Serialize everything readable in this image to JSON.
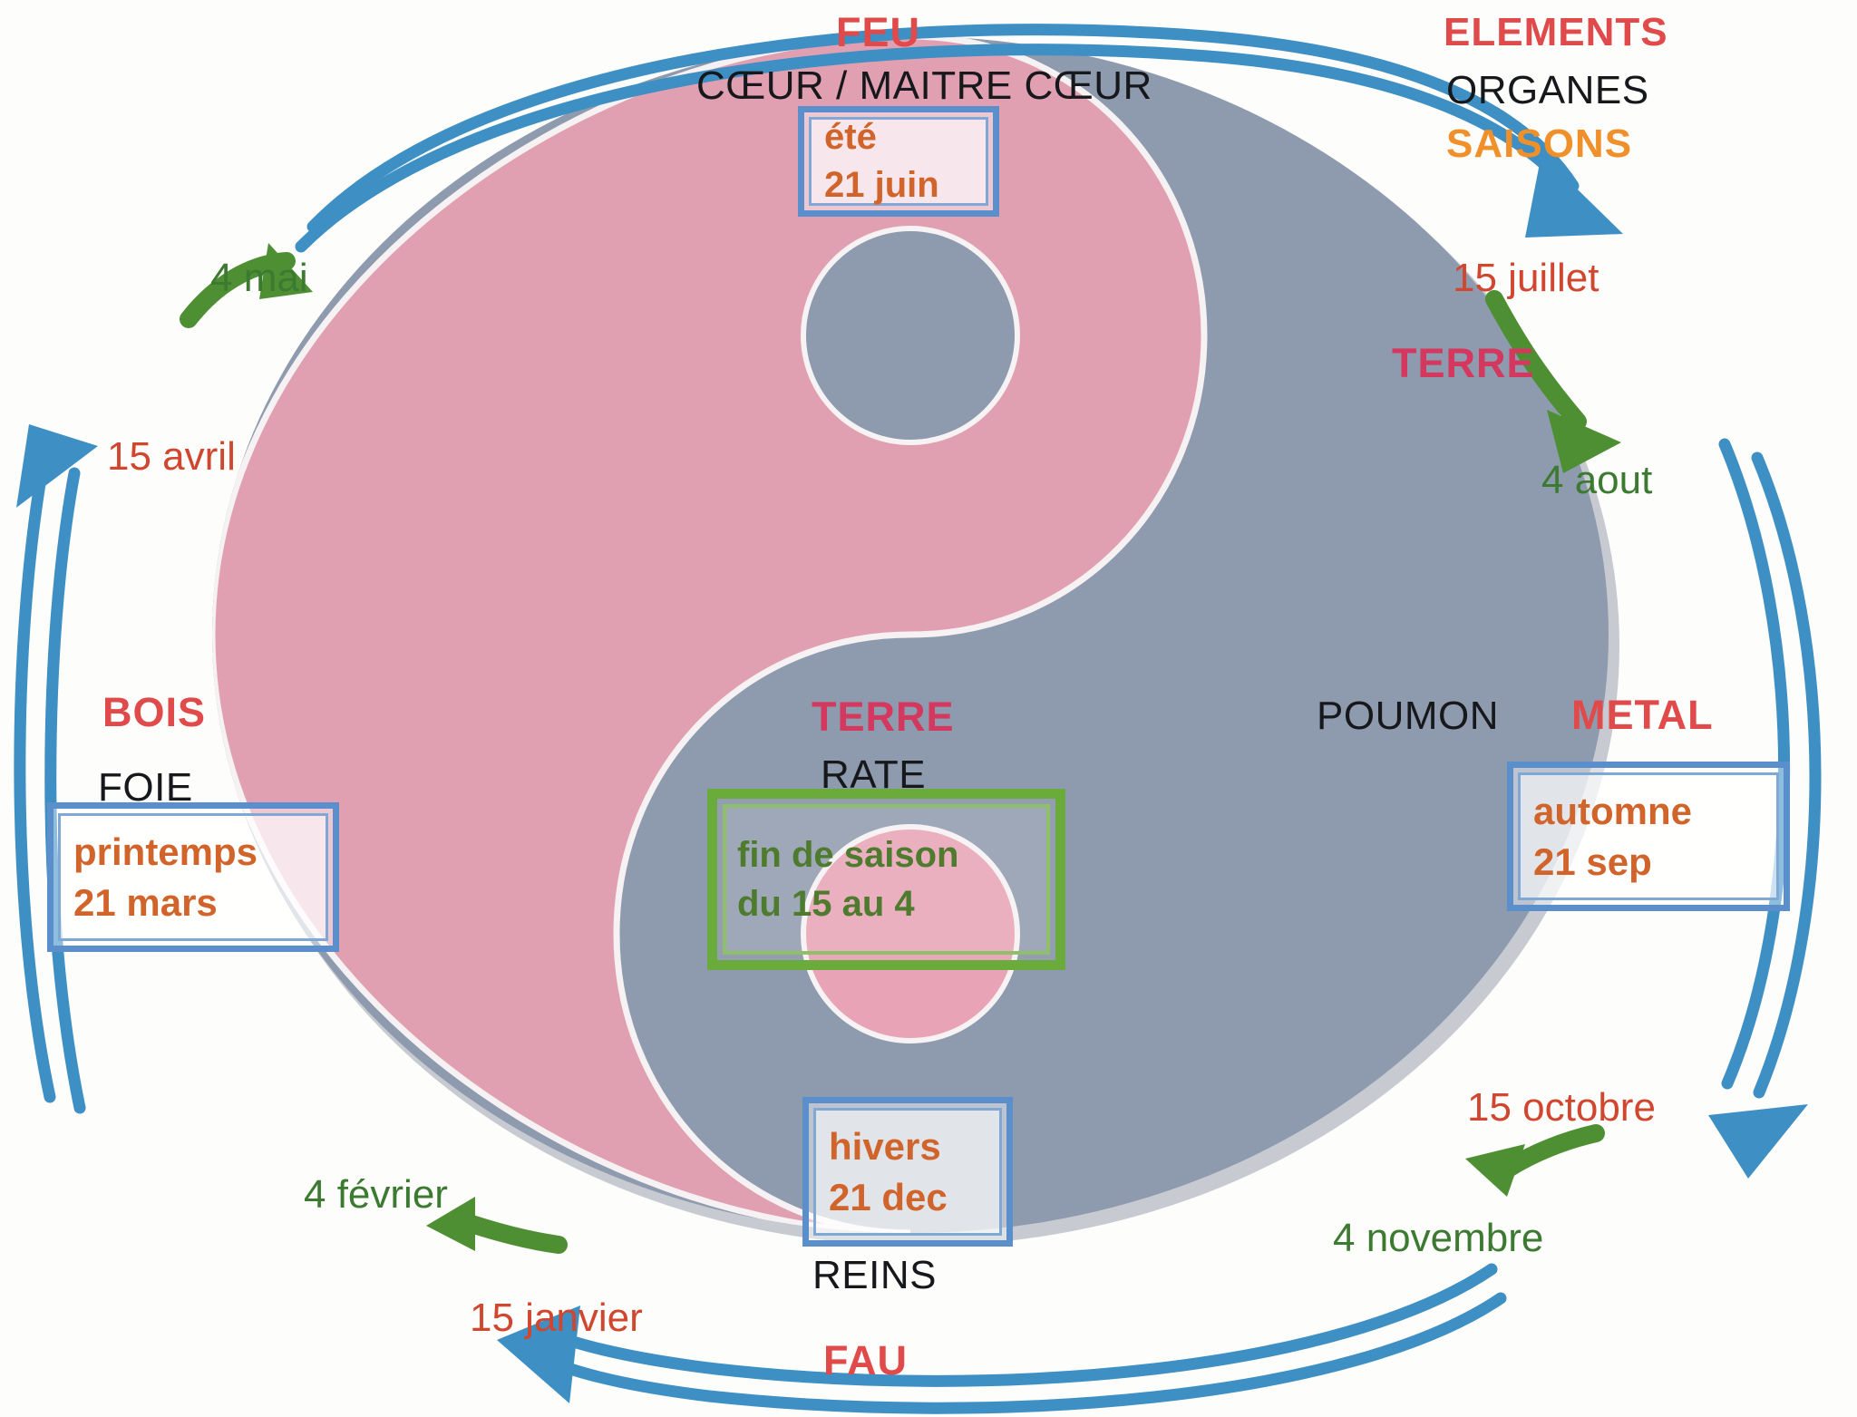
{
  "diagram": {
    "title_semantic": "yin-yang five-elements seasonal wheel",
    "colors": {
      "yang_pink": "#e0a0b2",
      "yin_gray": "#8e9aad",
      "element_red": "#e04a4a",
      "element_terre_pink": "#d4385e",
      "organ_black": "#17181c",
      "season_orange": "#d1642a",
      "saison_header_orange": "#f0902a",
      "date_red": "#d1462f",
      "date_green": "#3c7a31",
      "arrow_blue": "#3d8fc4",
      "arrow_green": "#4f8f33",
      "box_blue": "#5a8fcb",
      "box_green": "#6aab3c"
    }
  },
  "legend": {
    "elements": "ELEMENTS",
    "organes": "ORGANES",
    "saisons": "SAISONS"
  },
  "elements": {
    "feu": "FEU",
    "terre_right": "TERRE",
    "terre_center": "TERRE",
    "metal": "METAL",
    "eau": "FAU",
    "bois": "BOIS"
  },
  "organs": {
    "coeur": "CŒUR / MAITRE CŒUR",
    "poumon": "POUMON",
    "reins": "REINS",
    "rate": "RATE",
    "foie": "FOIE"
  },
  "seasons": {
    "ete": {
      "name": "été",
      "date": "21 juin"
    },
    "automne": {
      "name": "automne",
      "date": "21 sep"
    },
    "hivers": {
      "name": "hivers",
      "date": "21 dec"
    },
    "printemps": {
      "name": "printemps",
      "date": "21 mars"
    },
    "fin_de_saison": {
      "line1": "fin de saison",
      "line2": "du 15 au 4"
    }
  },
  "dates": {
    "d15_avril": "15 avril",
    "d4_mai": "4 mai",
    "d15_juillet": "15 juillet",
    "d4_aout": "4 aout",
    "d15_octobre": "15 octobre",
    "d4_novembre": "4 novembre",
    "d15_janvier": "15 janvier",
    "d4_fevrier": "4 février"
  },
  "chart_data": {
    "type": "diagram",
    "title": "Cycle des cinq éléments – Yin / Yang",
    "wheel": [
      {
        "element": "BOIS",
        "organ": "FOIE",
        "season": "printemps",
        "solstice": "21 mars",
        "start": "4 février",
        "end": "15 avril"
      },
      {
        "element": "FEU",
        "organ": "CŒUR / MAITRE CŒUR",
        "season": "été",
        "solstice": "21 juin",
        "start": "4 mai",
        "end": "15 juillet"
      },
      {
        "element": "TERRE",
        "organ": "RATE",
        "season": "fin de saison du 15 au 4",
        "solstice": "",
        "start": "15",
        "end": "4"
      },
      {
        "element": "METAL",
        "organ": "POUMON",
        "season": "automne",
        "solstice": "21 sep",
        "start": "4 aout",
        "end": "15 octobre"
      },
      {
        "element": "FAU",
        "organ": "REINS",
        "season": "hivers",
        "solstice": "21 dec",
        "start": "4 novembre",
        "end": "15 janvier"
      }
    ],
    "legend": [
      "ELEMENTS",
      "ORGANES",
      "SAISONS"
    ]
  }
}
